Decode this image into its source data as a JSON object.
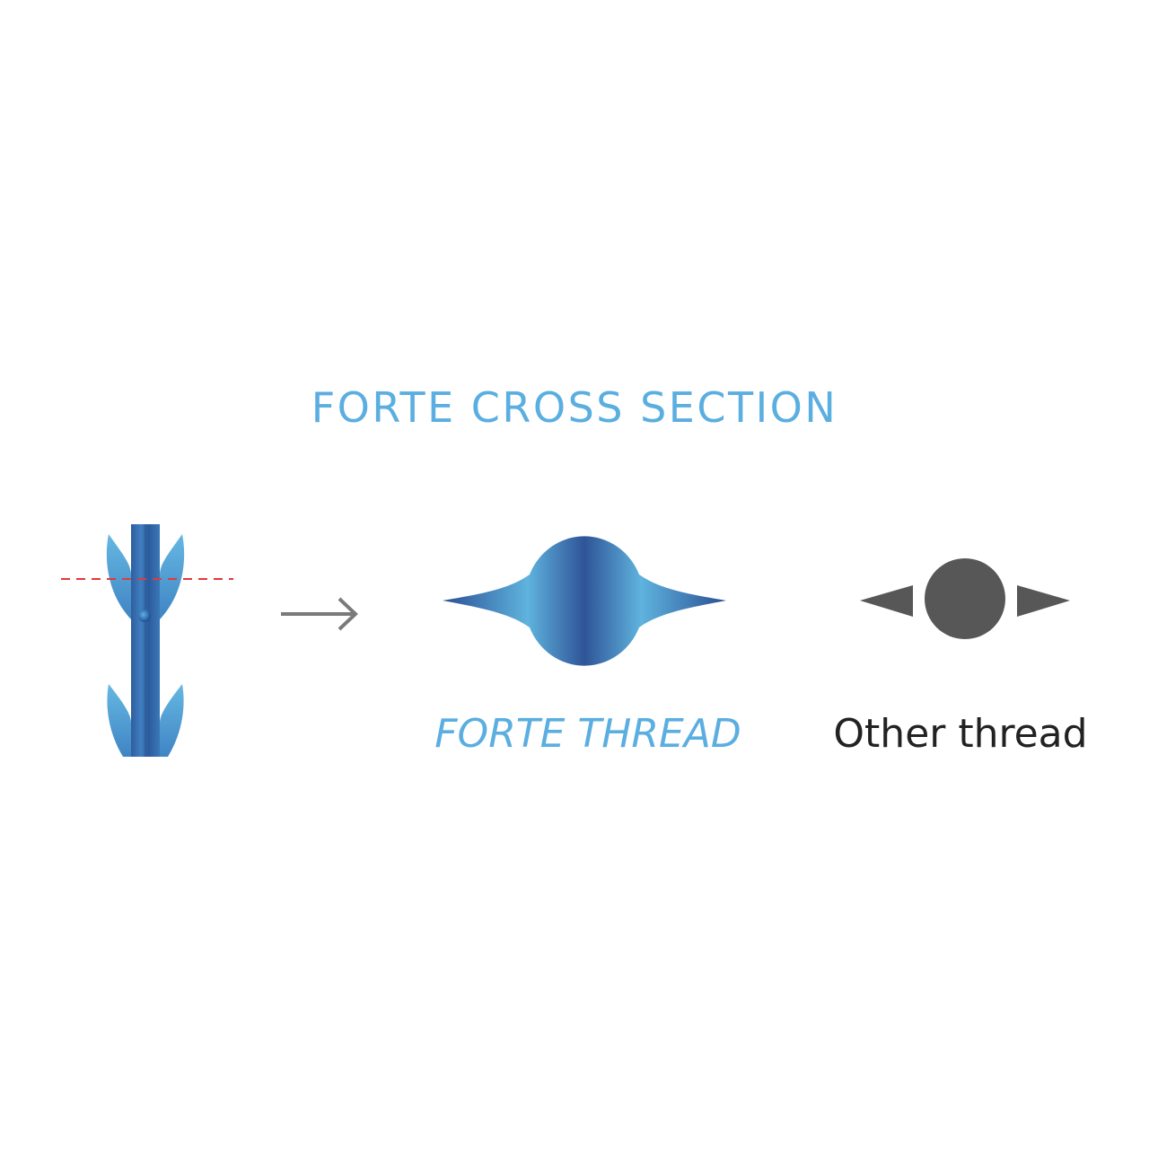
{
  "title": "FORTE CROSS SECTION",
  "labels": {
    "forte": "FORTE THREAD",
    "other": "Other thread"
  },
  "colors": {
    "accent_blue": "#5aaee0",
    "thread_dark": "#2f5e9e",
    "thread_light": "#5fb0dc",
    "cut_line": "#e03a3a",
    "arrow": "#7a7a7a",
    "other_thread": "#575757",
    "text_dark": "#222222"
  }
}
